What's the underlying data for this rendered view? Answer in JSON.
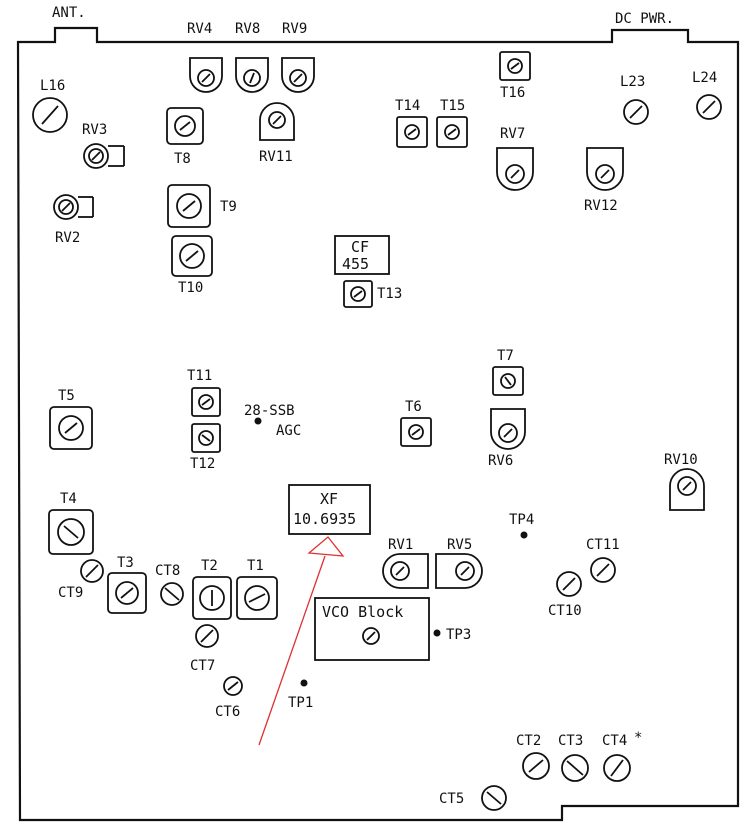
{
  "connectors": {
    "ant": "ANT.",
    "dc_pwr": "DC PWR."
  },
  "labels": {
    "L16": "L16",
    "RV3": "RV3",
    "RV2": "RV2",
    "RV4": "RV4",
    "RV8": "RV8",
    "RV9": "RV9",
    "RV11": "RV11",
    "T8": "T8",
    "T9": "T9",
    "T10": "T10",
    "T14": "T14",
    "T15": "T15",
    "T16": "T16",
    "RV7": "RV7",
    "RV12": "RV12",
    "L23": "L23",
    "L24": "L24",
    "T13": "T13",
    "T11": "T11",
    "T12": "T12",
    "ssb": "28-SSB",
    "agc": "AGC",
    "T5": "T5",
    "T6": "T6",
    "T7": "T7",
    "RV6": "RV6",
    "RV10": "RV10",
    "T4": "T4",
    "T3": "T3",
    "T2": "T2",
    "T1": "T1",
    "CT9": "CT9",
    "CT8": "CT8",
    "CT7": "CT7",
    "CT6": "CT6",
    "TP1": "TP1",
    "TP3": "TP3",
    "TP4": "TP4",
    "RV1": "RV1",
    "RV5": "RV5",
    "CT11": "CT11",
    "CT10": "CT10",
    "CT2": "CT2",
    "CT3": "CT3",
    "CT4": "CT4",
    "CT4_mark": "*",
    "CT5": "CT5"
  },
  "blocks": {
    "cf_line1": "CF",
    "cf_line2": "455",
    "xf_line1": "XF",
    "xf_line2": "10.6935",
    "vco": "VCO Block"
  },
  "colors": {
    "ink": "#111111",
    "annotation": "#e03030"
  }
}
